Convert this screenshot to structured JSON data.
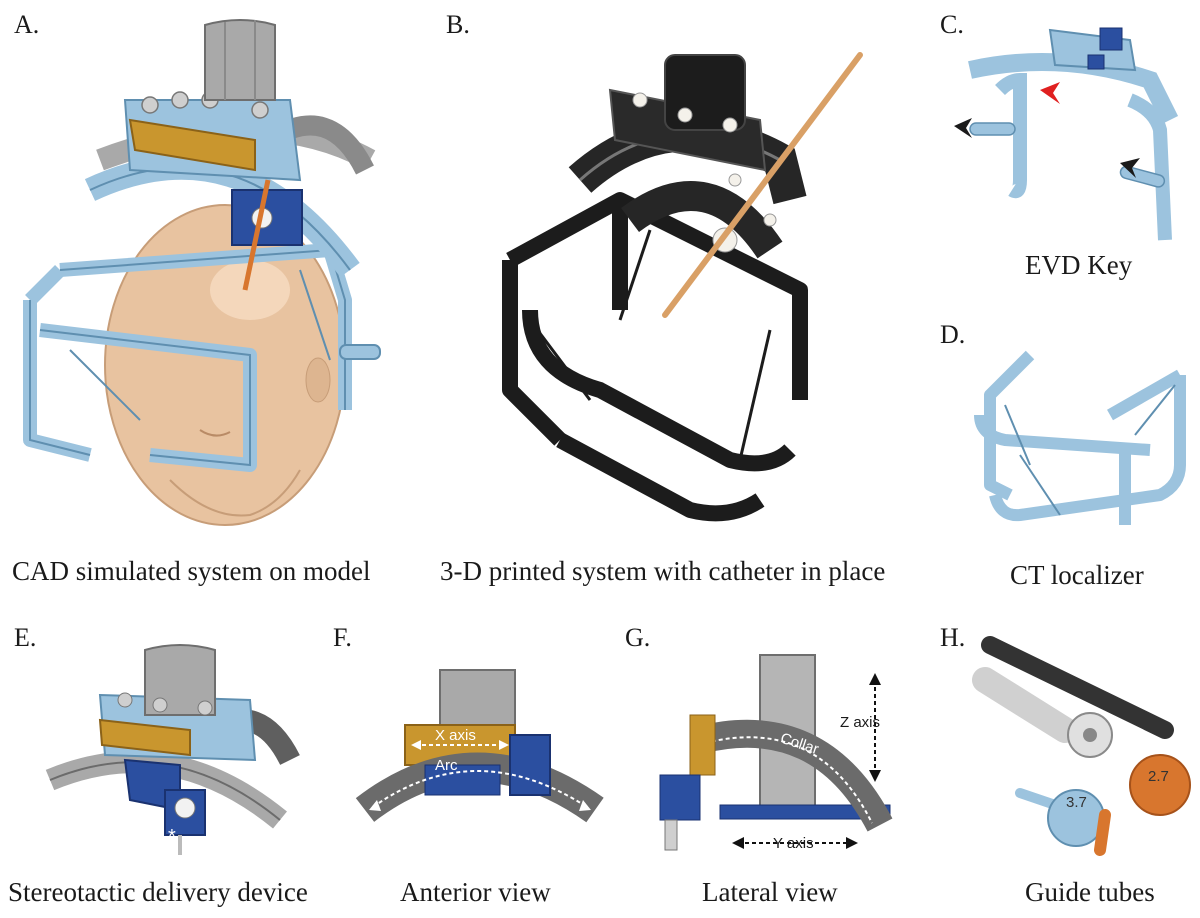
{
  "panels": {
    "a": {
      "letter": "A.",
      "caption": "CAD simulated system on model"
    },
    "b": {
      "letter": "B.",
      "caption": "3-D printed system with catheter in place"
    },
    "c": {
      "letter": "C.",
      "caption": "EVD Key"
    },
    "d": {
      "letter": "D.",
      "caption": "CT localizer"
    },
    "e": {
      "letter": "E.",
      "caption": "Stereotactic delivery device",
      "marker": "*"
    },
    "f": {
      "letter": "F.",
      "caption": "Anterior view",
      "x_axis": "X axis",
      "arc": "Arc"
    },
    "g": {
      "letter": "G.",
      "caption": "Lateral view",
      "z_axis": "Z axis",
      "y_axis": "Y axis",
      "collar": "Collar"
    },
    "h": {
      "letter": "H.",
      "caption": "Guide tubes",
      "tube_small": "3.7",
      "tube_large": "2.7"
    }
  },
  "colors": {
    "frame_blue": "#9cc3de",
    "frame_edge": "#5f8fb0",
    "printed_black": "#1c1c1c",
    "gold": "#c9962e",
    "royal_blue": "#2b4fa0",
    "orange": "#d8762e",
    "skin": "#e8c3a0",
    "gray": "#a9a9a9",
    "arrow_red": "#e02020"
  }
}
